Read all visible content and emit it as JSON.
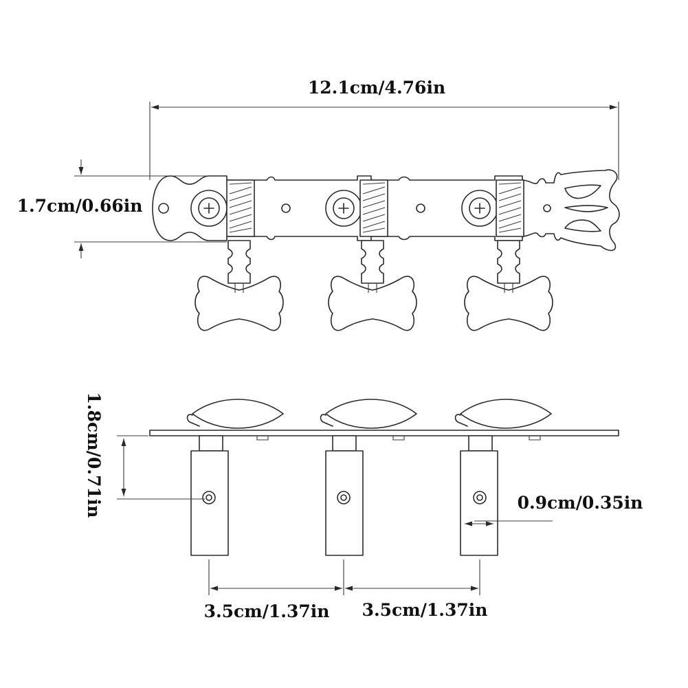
{
  "labels": {
    "total_length": "12.1cm/4.76in",
    "plate_width": "1.7cm/0.66in",
    "post_height": "1.8cm/0.71in",
    "post_diameter": "0.9cm/0.35in",
    "spacing_left": "3.5cm/1.37in",
    "spacing_right": "3.5cm/1.37in"
  },
  "colors": {
    "line": "#2a2a2a",
    "text": "#111111",
    "background": "#ffffff"
  }
}
